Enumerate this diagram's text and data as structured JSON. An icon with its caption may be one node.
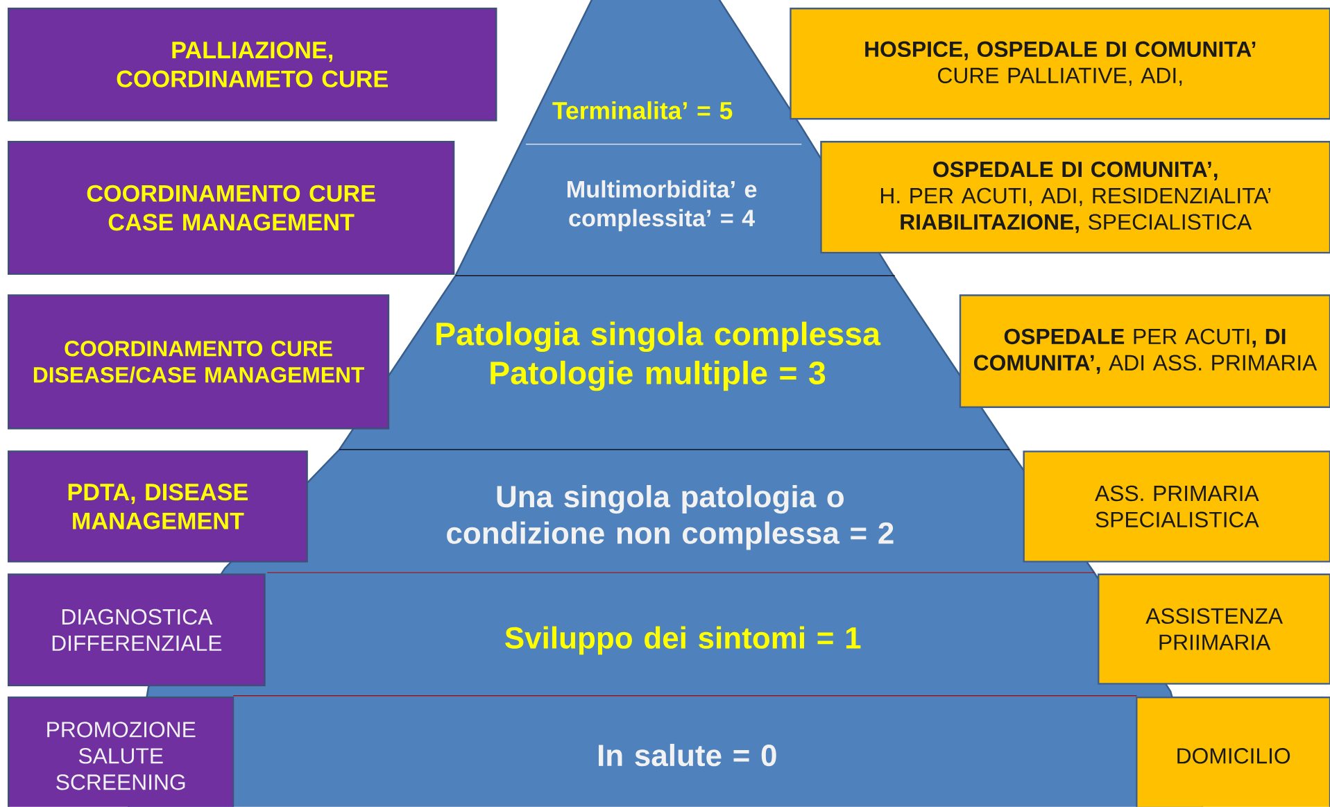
{
  "diagram": {
    "nodes": [
      {
        "text": [
          "PALLIAZIONE, COORDINAMETO CURE"
        ]
      },
      {
        "text": [
          "Terminalita’ =  5"
        ]
      },
      {
        "text": [
          "HOSPICE, OSPEDALE  DI COMUNITA’",
          "CURE PALLIATIVE, ADI,"
        ]
      },
      {
        "text": [
          "COORDINAMENTO  CURE CASE MANAGEMENT"
        ]
      },
      {
        "text": [
          "Multimorbidita’ e complessita’  = 4"
        ]
      },
      {
        "text": [
          "OSPEDALE DI COMUNITA’,",
          "H. PER ACUTI, ADI, RESIDENZIALITA’ **RIABILITAZIONE,** SPECIALISTICA"
        ]
      },
      {
        "text": [
          "COORDINAMENTO  CURE DISEASE/CASE MANAGEMENT"
        ]
      },
      {
        "text": [
          "Patologia singola complessa Patologie   multiple  = 3"
        ]
      },
      {
        "text": [
          "**OSPEDALE** PER ACUTI**, DI COMUNITA’,** ADI ASS. PRIMARIA"
        ]
      },
      {
        "text": [
          "PDTA, DISEASE MANAGEMENT"
        ]
      },
      {
        "text": [
          "Una singola patologia o condizione non complessa = 2"
        ]
      },
      {
        "text": [
          "ASS. PRIMARIA SPECIALISTICA"
        ]
      },
      {
        "text": [
          "DIAGNOSTICA DIFFERENZIALE"
        ]
      },
      {
        "text": [
          "Sviluppo dei sintomi = 1"
        ]
      },
      {
        "text": [
          "ASSISTENZA PRIIMARIA"
        ]
      },
      {
        "text": [
          "PROMOZIONE SALUTE SCREENING"
        ]
      },
      {
        "text": [
          "In  salute = 0"
        ]
      },
      {
        "text": [
          "DOMICILIO"
        ]
      }
    ],
    "edges": []
  }
}
